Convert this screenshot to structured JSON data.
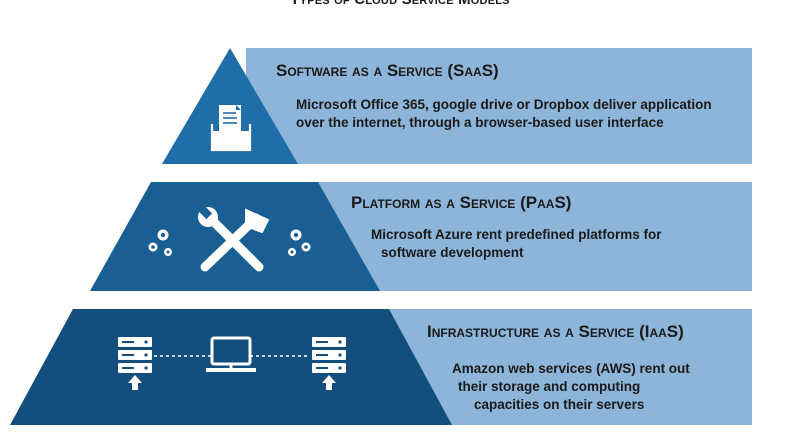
{
  "page_title": "Types of Cloud Service Models",
  "colors": {
    "band": "#8db5da",
    "tier_top": "#1f6ea9",
    "tier_middle": "#1a5f93",
    "tier_bottom": "#144e7c",
    "icon": "#ffffff"
  },
  "tiers": [
    {
      "title": "Software as a Service (SaaS)",
      "description": [
        "Microsoft Office 365, google drive or Dropbox deliver application",
        "over the internet, through a browser-based user interface"
      ],
      "icon": "file-folder-icon"
    },
    {
      "title": "Platform as a Service (PaaS)",
      "description": [
        "Microsoft Azure rent predefined platforms for",
        "software development"
      ],
      "icon": "hammer-wrench-icon"
    },
    {
      "title": "Infrastructure as a Service (IaaS)",
      "description": [
        "Amazon web services (AWS) rent out",
        "their storage and computing",
        "capacities on their servers"
      ],
      "icon": "server-network-icon"
    }
  ]
}
